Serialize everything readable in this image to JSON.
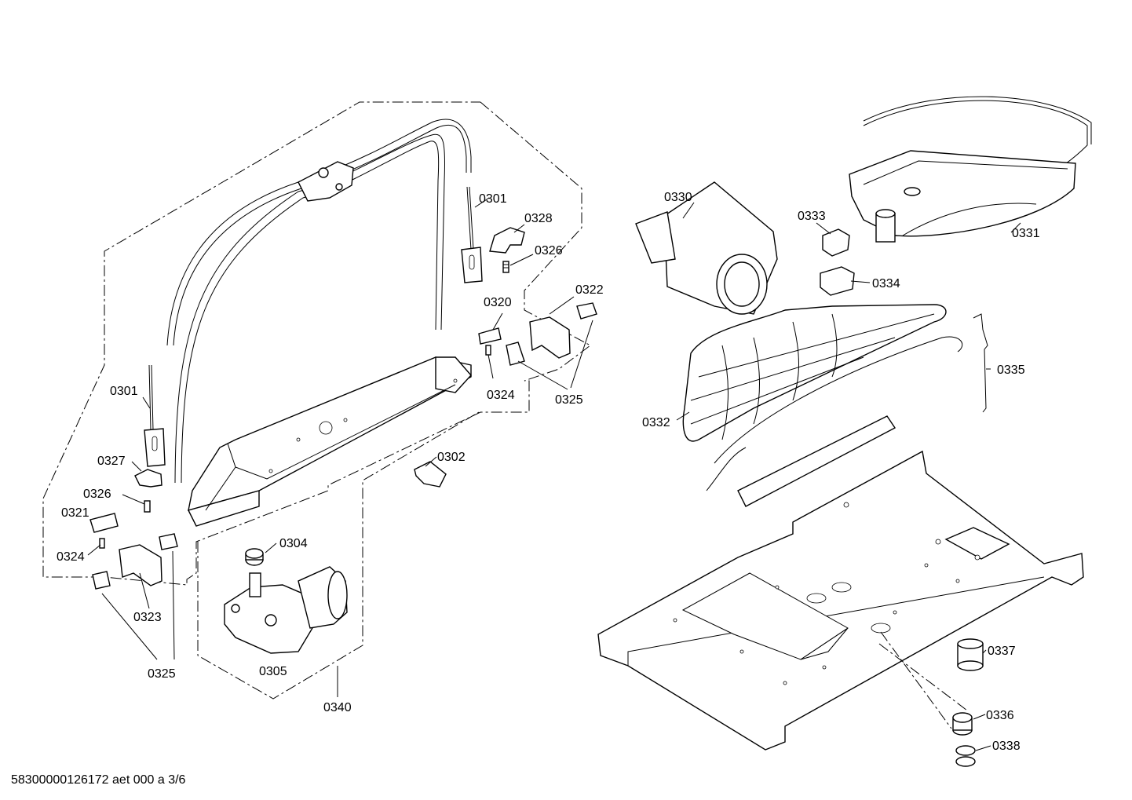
{
  "callouts": {
    "c0301a": "0301",
    "c0301b": "0301",
    "c0328": "0328",
    "c0326a": "0326",
    "c0322": "0322",
    "c0320": "0320",
    "c0324a": "0324",
    "c0325a": "0325",
    "c0327": "0327",
    "c0326b": "0326",
    "c0321": "0321",
    "c0324b": "0324",
    "c0323": "0323",
    "c0325b": "0325",
    "c0302": "0302",
    "c0304": "0304",
    "c0305": "0305",
    "c0340": "0340",
    "c0330": "0330",
    "c0333": "0333",
    "c0331": "0331",
    "c0334": "0334",
    "c0335": "0335",
    "c0332": "0332",
    "c0337": "0337",
    "c0336": "0336",
    "c0338": "0338"
  },
  "footer": "58300000126172 aet 000 a 3/6"
}
